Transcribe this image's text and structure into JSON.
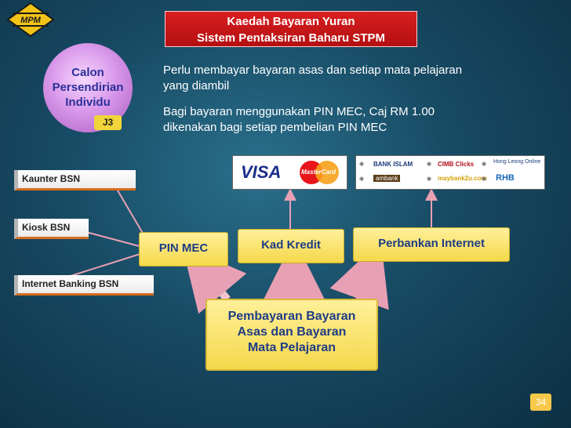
{
  "header": {
    "line1": "Kaedah Bayaran Yuran",
    "line2": "Sistem Pentaksiran Baharu STPM"
  },
  "logo": {
    "text": "MPM"
  },
  "candidate": {
    "line1": "Calon",
    "line2": "Persendirian",
    "line3": "Individu",
    "code": "J3"
  },
  "notes": {
    "p1_line1": "Perlu membayar bayaran asas dan setiap mata pelajaran",
    "p1_line2": "yang diambil",
    "p2_line1": "Bagi bayaran menggunakan PIN MEC, Caj RM 1.00",
    "p2_line2": "dikenakan bagi setiap pembelian PIN MEC"
  },
  "cards": {
    "visa": "VISA",
    "mastercard": "MasterCard",
    "banks": [
      "BANK ISLAM",
      "CIMB Clicks",
      "Hong Leong Online",
      "ambank",
      "maybank2u.com",
      "RHB"
    ]
  },
  "bsn_channels": [
    "Kaunter BSN",
    "Kiosk BSN",
    "Internet Banking BSN"
  ],
  "methods": {
    "pin_mec": "PIN MEC",
    "kad_kredit": "Kad Kredit",
    "perbankan_internet": "Perbankan Internet"
  },
  "center": {
    "line1": "Pembayaran Bayaran",
    "line2": "Asas dan Bayaran",
    "line3": "Mata Pelajaran"
  },
  "page_number": "34",
  "colors": {
    "header_red": "#c4161c",
    "method_yellow": "#f5d84a",
    "method_text": "#1f3c86",
    "arrow_pink": "#e8a0b4",
    "bsn_accent": "#d66d1e",
    "background": "#174a63"
  }
}
